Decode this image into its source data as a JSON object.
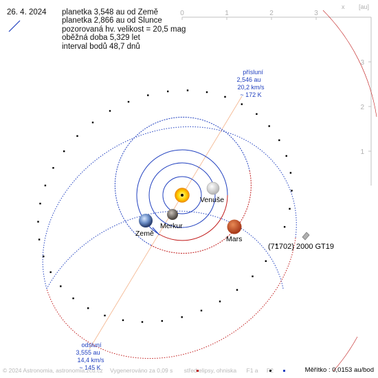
{
  "header": {
    "date": "26. 4. 2024",
    "lines": [
      "planetka 3,548 au od Země",
      "planetka 2,866 au od Slunce",
      "pozorovaná hv. velikost = 20,5 mag",
      "oběžná doba 5,329 let",
      "interval bodů 48,7 dnů"
    ]
  },
  "axes": {
    "x_ticks": [
      "0",
      "1",
      "2",
      "3"
    ],
    "x_unit": "x",
    "unit_label": "[au]",
    "y_ticks": [
      "3",
      "2",
      "1"
    ]
  },
  "bodies": {
    "sun": "",
    "mercury": "Merkur",
    "venus": "Venuše",
    "earth": "Země",
    "mars": "Mars",
    "asteroid": "(71702) 2000 GT19"
  },
  "perihelion": {
    "title": "přísluní",
    "distance": "2,546 au",
    "speed": "20,2 km/s",
    "temp": "~ 172 K"
  },
  "aphelion": {
    "title": "odsluní",
    "distance": "3,555 au",
    "speed": "14,4 km/s",
    "temp": "~ 145 K"
  },
  "footer": {
    "copyright": "© 2024 Astronomia, astronomia.zcu.cz",
    "generated": "Vygenerováno za 0,09 s",
    "legend_center": "střed elipsy, ohniska",
    "legend_f1": "F1 a",
    "legend_f2": "F2",
    "scale": "Měřítko : 0,0153 au/bod"
  },
  "colors": {
    "orbit_blue": "#1f3fbf",
    "orbit_red": "#c01818",
    "apsis_line": "#f0a070",
    "axis_gray": "#b0b0b0",
    "label_blue": "#1f3fbf"
  }
}
